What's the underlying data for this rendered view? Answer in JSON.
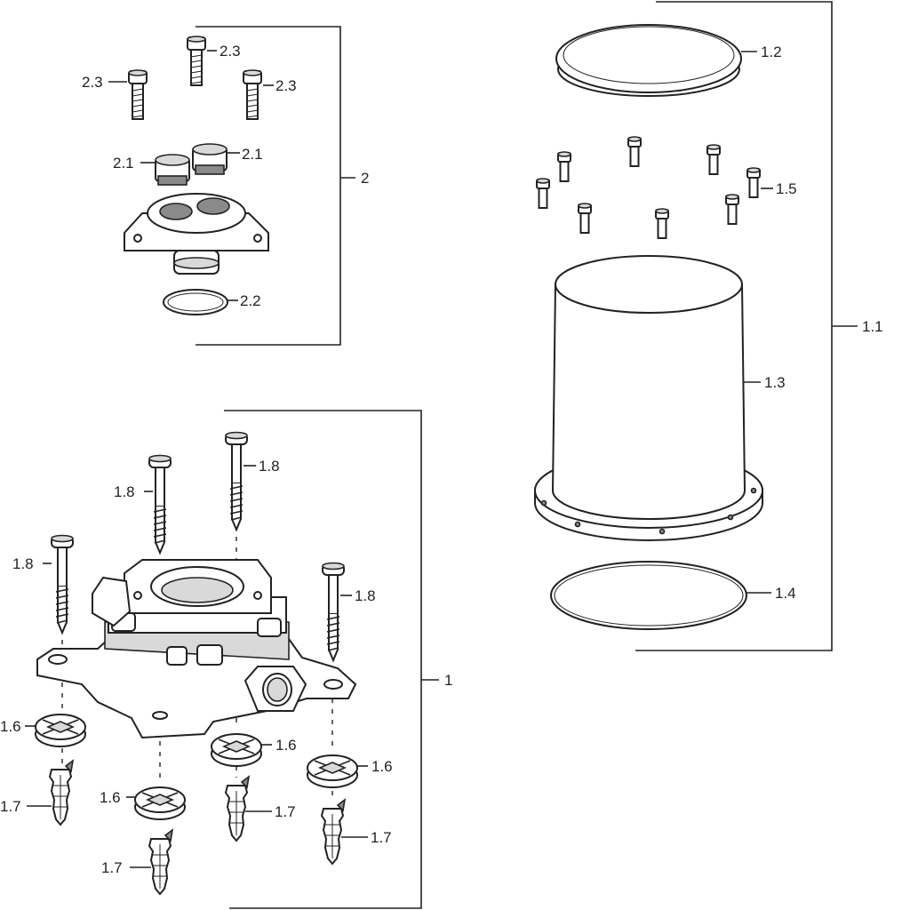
{
  "callouts": {
    "a_2_3": "2.3",
    "b_2_3": "2.3",
    "c_2_3": "2.3",
    "a_2_1": "2.1",
    "b_2_1": "2.1",
    "g_2": "2",
    "a_2_2": "2.2",
    "a_1_2": "1.2",
    "a_1_5": "1.5",
    "a_1_1": "1.1",
    "a_1_3": "1.3",
    "a_1_4": "1.4",
    "a_1_8": "1.8",
    "b_1_8": "1.8",
    "c_1_8": "1.8",
    "d_1_8": "1.8",
    "g_1": "1",
    "a_1_6": "1.6",
    "b_1_6": "1.6",
    "c_1_6": "1.6",
    "d_1_6": "1.6",
    "a_1_7": "1.7",
    "b_1_7": "1.7",
    "c_1_7": "1.7",
    "d_1_7": "1.7"
  }
}
